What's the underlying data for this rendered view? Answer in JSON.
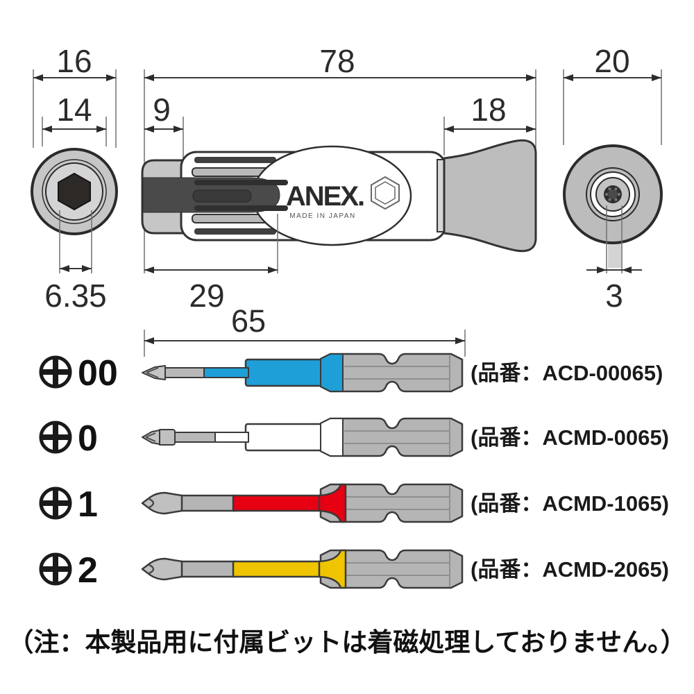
{
  "front_view": {
    "dim_outer": "16",
    "dim_ring": "14",
    "dim_hex": "6.35"
  },
  "side_view": {
    "dim_total": "78",
    "dim_tip": "9",
    "dim_cap": "18",
    "dim_chuck": "29",
    "brand": "ANEX.",
    "brand_sub": "MADE IN JAPAN"
  },
  "rear_view": {
    "dim_outer": "20",
    "dim_pin": "3"
  },
  "bits": {
    "dim_length": "65",
    "rows": [
      {
        "size": "00",
        "part_no": "(品番：ACD-00065)",
        "color": "#1e9fd8"
      },
      {
        "size": "0",
        "part_no": "(品番：ACMD-0065)",
        "color": "#ffffff"
      },
      {
        "size": "1",
        "part_no": "(品番：ACMD-1065)",
        "color": "#e60012"
      },
      {
        "size": "2",
        "part_no": "(品番：ACMD-2065)",
        "color": "#efc400"
      }
    ]
  },
  "note": "（注：本製品用に付属ビットは着磁処理しておりません。）"
}
